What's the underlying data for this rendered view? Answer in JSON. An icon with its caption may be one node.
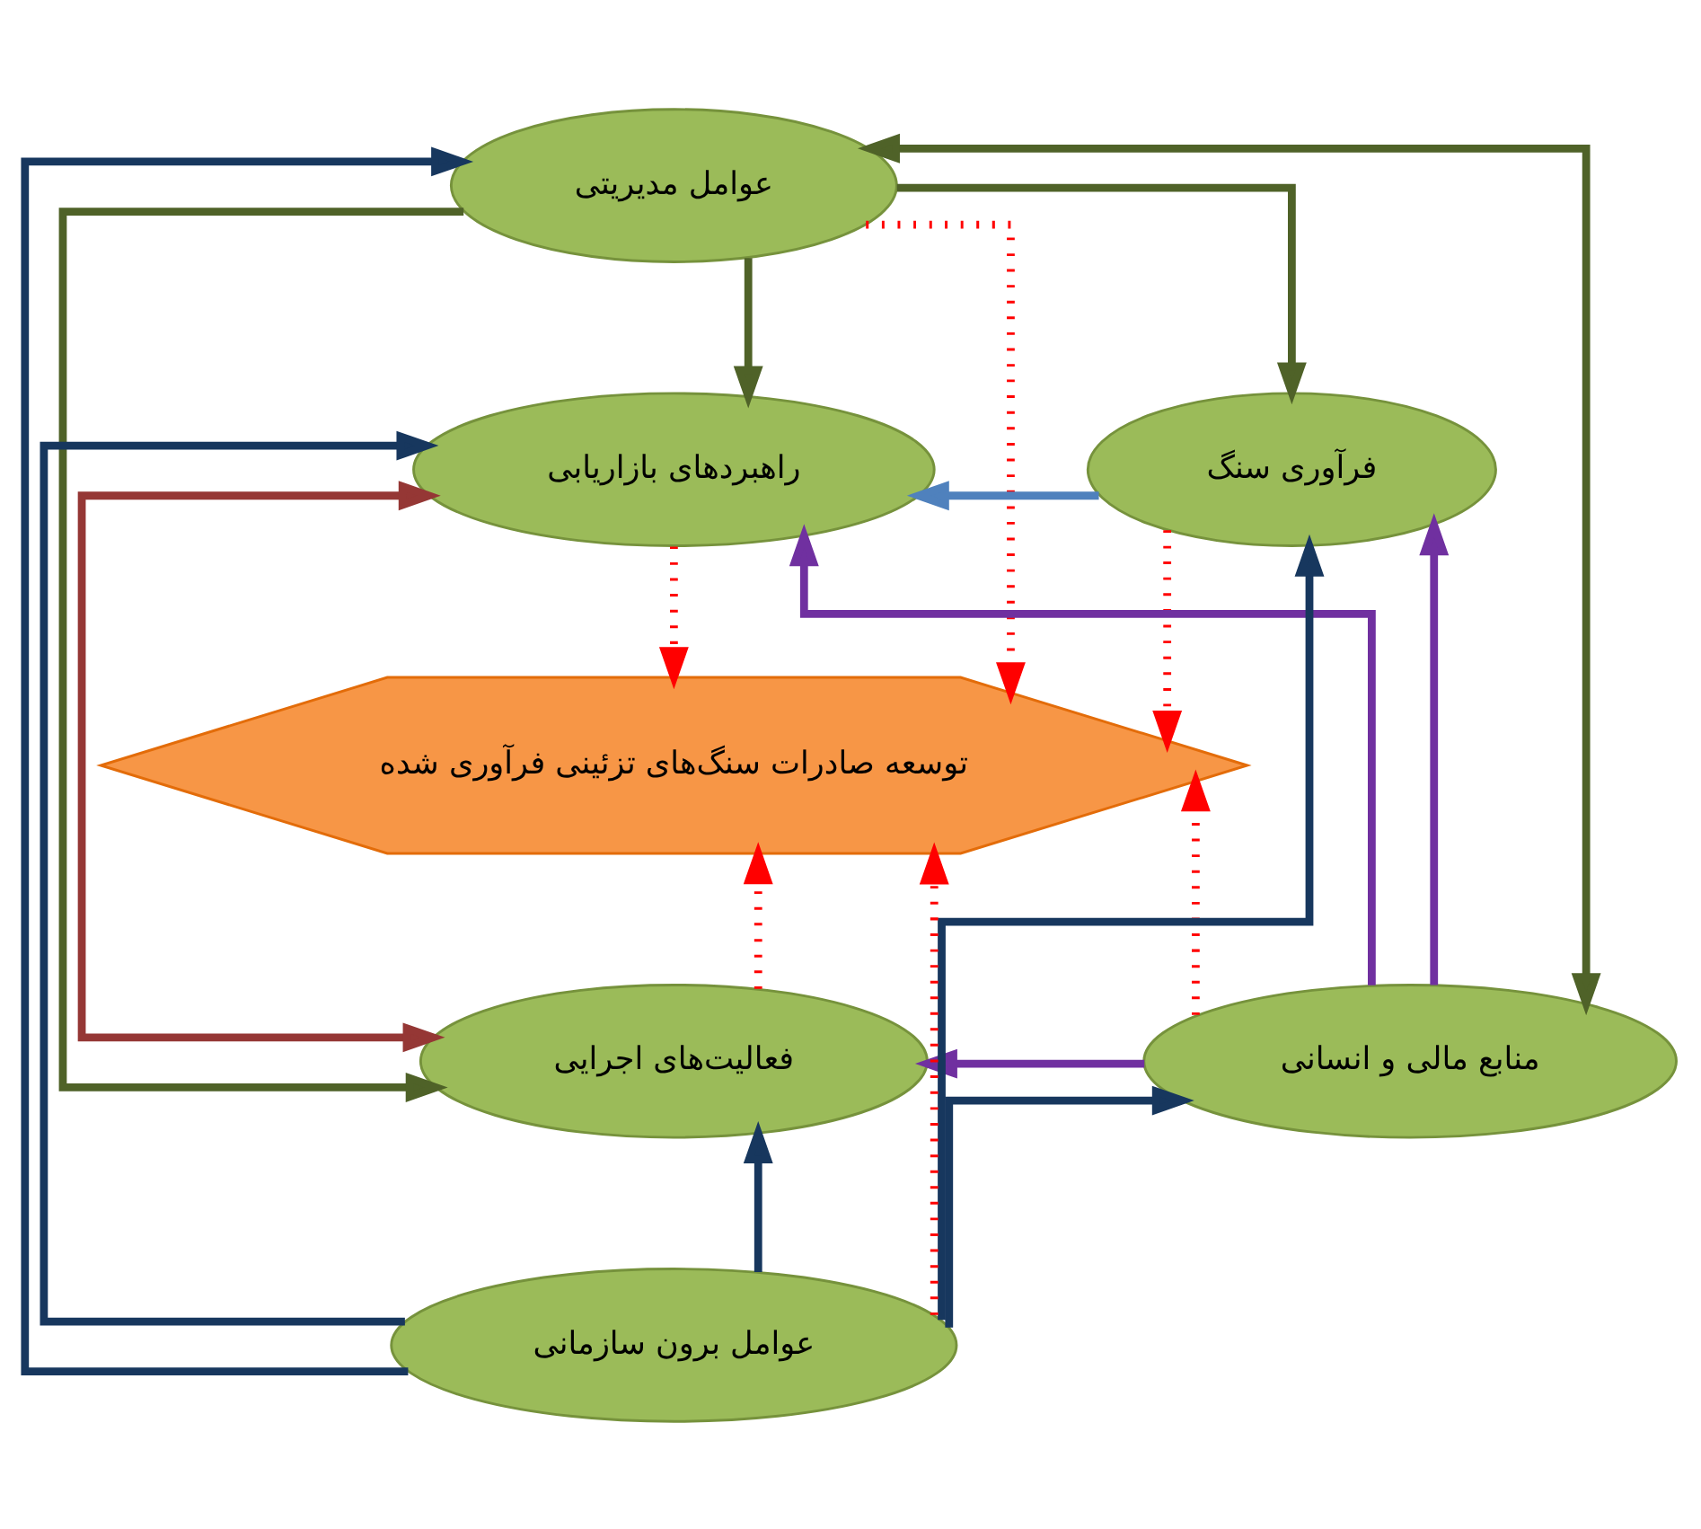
{
  "diagram": {
    "nodes": [
      {
        "text": [
          "عوامل مدیریتی"
        ]
      },
      {
        "text": [
          "راهبردهای بازاریابی"
        ]
      },
      {
        "text": [
          "فرآوری سنگ"
        ]
      },
      {
        "text": [
          "توسعه صادرات سنگ‌های تزئینی فرآوری شده"
        ]
      },
      {
        "text": [
          "فعالیت‌های اجرایی"
        ]
      },
      {
        "text": [
          "منابع مالی و انسانی"
        ]
      },
      {
        "text": [
          "عوامل برون سازمانی"
        ]
      }
    ],
    "edges": [
      {
        "from": 2,
        "to": 1,
        "arrow": "to",
        "color": "#4f81bd"
      },
      {
        "from": 6,
        "to": 0,
        "arrow": "to",
        "color": "#17375e"
      },
      {
        "from": 0,
        "to": 1,
        "arrow": "to",
        "color": "#4f6228"
      },
      {
        "from": 0,
        "to": 4,
        "arrow": "to",
        "color": "#4f6228"
      },
      {
        "from": 0,
        "to": 2,
        "arrow": "to",
        "color": "#4f6228"
      },
      {
        "from": 0,
        "to": 5,
        "arrow": "both",
        "color": "#4f6228"
      },
      {
        "from": 1,
        "to": 4,
        "arrow": "both",
        "color": "#953735"
      },
      {
        "from": 5,
        "to": 1,
        "arrow": "to",
        "color": "#7030a0"
      },
      {
        "from": 5,
        "to": 4,
        "arrow": "to",
        "color": "#7030a0"
      },
      {
        "from": 5,
        "to": 2,
        "arrow": "to",
        "color": "#7030a0"
      },
      {
        "from": 0,
        "to": 3,
        "arrow": "to",
        "style": "dashed",
        "color": "#ff0000"
      },
      {
        "from": 1,
        "to": 3,
        "arrow": "to",
        "style": "dashed",
        "color": "#ff0000"
      },
      {
        "from": 2,
        "to": 3,
        "arrow": "to",
        "style": "dashed",
        "color": "#ff0000"
      },
      {
        "from": 4,
        "to": 3,
        "arrow": "to",
        "style": "dashed",
        "color": "#ff0000"
      },
      {
        "from": 5,
        "to": 3,
        "arrow": "to",
        "style": "dashed",
        "color": "#ff0000"
      },
      {
        "from": 6,
        "to": 3,
        "arrow": "to",
        "style": "dashed",
        "color": "#ff0000"
      },
      {
        "from": 6,
        "to": 1,
        "arrow": "to",
        "color": "#17375e"
      },
      {
        "from": 6,
        "to": 4,
        "arrow": "to",
        "color": "#17375e"
      },
      {
        "from": 6,
        "to": 5,
        "arrow": "to",
        "color": "#17375e"
      },
      {
        "from": 6,
        "to": 2,
        "arrow": "to",
        "color": "#17375e"
      }
    ]
  }
}
